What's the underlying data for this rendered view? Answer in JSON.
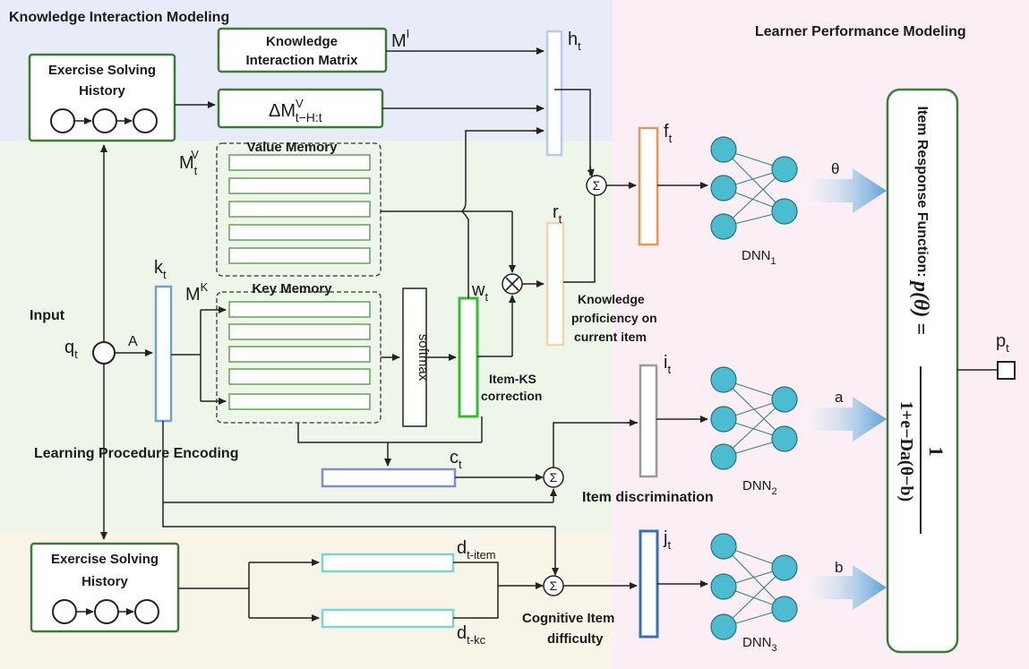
{
  "regions": {
    "kim_title": "Knowledge Interaction Modeling",
    "lpm_title": "Learner Performance Modeling",
    "lpe_title": "Learning Procedure Encoding"
  },
  "boxes": {
    "esh_top_l1": "Exercise Solving",
    "esh_top_l2": "History",
    "kim_l1": "Knowledge",
    "kim_l2": "Interaction Matrix",
    "delta_main": "ΔM",
    "delta_sup": "V",
    "delta_sub": "t−H:t",
    "value_memory": "Value Memory",
    "key_memory": "Key Memory",
    "softmax": "softmax",
    "esh_bot_l1": "Exercise Solving",
    "esh_bot_l2": "History",
    "irf_title": "Item Response Function:",
    "irf_p": "p(θ) =",
    "irf_num": "1",
    "irf_den": "1+e−Da(θ−b)"
  },
  "labels": {
    "mi_main": "M",
    "mi_sup": "I",
    "ht_main": "h",
    "ht_sub": "t",
    "mv_main": "M",
    "mv_sub": "t",
    "mv_sup": "V",
    "mk_main": "M",
    "mk_sup": "K",
    "kt_main": "k",
    "kt_sub": "t",
    "wt_main": "w",
    "wt_sub": "t",
    "rt_main": "r",
    "rt_sub": "t",
    "ft_main": "f",
    "ft_sub": "t",
    "it_main": "i",
    "it_sub": "t",
    "ct_main": "c",
    "ct_sub": "t",
    "jt_main": "j",
    "jt_sub": "t",
    "pt_main": "p",
    "pt_sub": "t",
    "dti_main": "d",
    "dti_sub": "t-item",
    "dtk_main": "d",
    "dtk_sub": "t-kc",
    "input": "Input",
    "qt_main": "q",
    "qt_sub": "t",
    "a_edge": "A",
    "theta": "θ",
    "a_param": "a",
    "b_param": "b",
    "dnn_main": "DNN",
    "dnn1_sub": "1",
    "dnn2_sub": "2",
    "dnn3_sub": "3",
    "kp_l1": "Knowledge",
    "kp_l2": "proficiency on",
    "kp_l3": "current item",
    "iks_l1": "Item-KS",
    "iks_l2": "correction",
    "item_disc": "Item discrimination",
    "cid_l1": "Cognitive Item",
    "cid_l2": "difficulty",
    "sum_symbol": "Σ",
    "mul_symbol": "×"
  },
  "colors": {
    "kim_bg": "#e8ecf8",
    "lpm_bg": "#fbeef5",
    "lpe_bg": "#eef6e9",
    "bottom_bg": "#f8f4e8",
    "ht_bar": "#b7c9ee",
    "kt_bar": "#6fa3d8",
    "ft_bar": "#e8955c",
    "rt_bar": "#f2d2b0",
    "wt_bar": "#3fb83a",
    "it_bar": "#9a9a9a",
    "ct_bar": "#7d8fd0",
    "jt_bar": "#3a6fb8",
    "dt_bar": "#7fd4d0",
    "arrow_big": "#6aa8d8"
  }
}
